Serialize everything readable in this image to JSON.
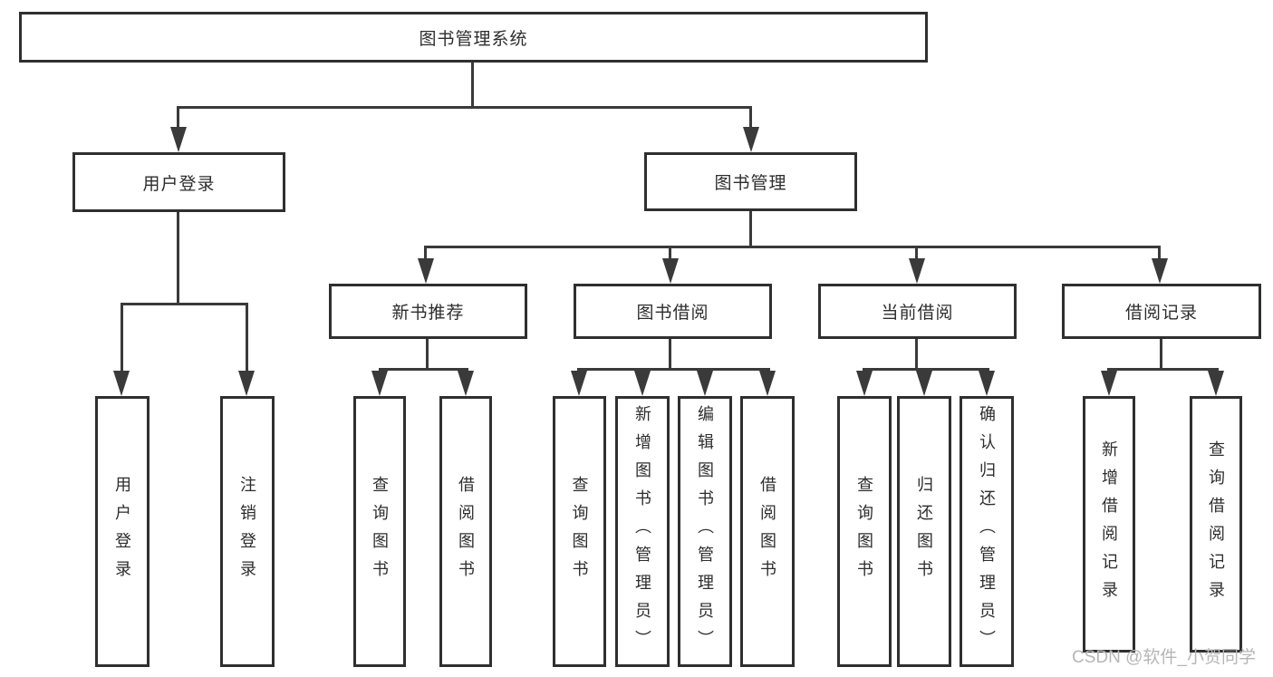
{
  "diagram": {
    "root": {
      "label": "图书管理系统"
    },
    "level2": {
      "user_login": {
        "label": "用户登录"
      },
      "book_management": {
        "label": "图书管理"
      }
    },
    "level3": {
      "new_book_recommend": {
        "label": "新书推荐"
      },
      "book_borrowing": {
        "label": "图书借阅"
      },
      "current_borrowing": {
        "label": "当前借阅"
      },
      "borrowing_records": {
        "label": "借阅记录"
      }
    },
    "leaves": {
      "a1_user_login": {
        "label": "用户登录"
      },
      "a2_logout": {
        "label": "注销登录"
      },
      "b1_query_books": {
        "label": "查询图书"
      },
      "b2_borrow_books": {
        "label": "借阅图书"
      },
      "c1_query_books": {
        "label": "查询图书"
      },
      "c2_add_books_admin": {
        "label": "新增图书（管理员）"
      },
      "c3_edit_books_admin": {
        "label": "编辑图书（管理员）"
      },
      "c4_borrow_books": {
        "label": "借阅图书"
      },
      "d1_query_books": {
        "label": "查询图书"
      },
      "d2_return_books": {
        "label": "归还图书"
      },
      "d3_confirm_return_admin": {
        "label": "确认归还（管理员）"
      },
      "e1_add_borrow_record": {
        "label": "新增借阅记录"
      },
      "e2_query_borrow_record": {
        "label": "查询借阅记录"
      }
    },
    "edges": [
      {
        "from": "图书管理系统",
        "to": [
          "用户登录",
          "图书管理"
        ]
      },
      {
        "from": "用户登录",
        "to": [
          "用户登录",
          "注销登录"
        ]
      },
      {
        "from": "图书管理",
        "to": [
          "新书推荐",
          "图书借阅",
          "当前借阅",
          "借阅记录"
        ]
      },
      {
        "from": "新书推荐",
        "to": [
          "查询图书",
          "借阅图书"
        ]
      },
      {
        "from": "图书借阅",
        "to": [
          "查询图书",
          "新增图书（管理员）",
          "编辑图书（管理员）",
          "借阅图书"
        ]
      },
      {
        "from": "当前借阅",
        "to": [
          "查询图书",
          "归还图书",
          "确认归还（管理员）"
        ]
      },
      {
        "from": "借阅记录",
        "to": [
          "新增借阅记录",
          "查询借阅记录"
        ]
      }
    ]
  },
  "colors": {
    "line": "#3a3a3a",
    "box_border": "#2f2f2f",
    "text": "#2d2d2d",
    "watermark": "#b6b6b6",
    "background": "#ffffff"
  },
  "watermark": {
    "text": "CSDN @软件_小贺同学"
  }
}
